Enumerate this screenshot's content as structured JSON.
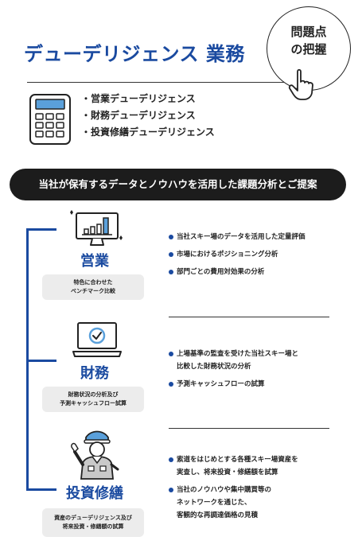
{
  "header": {
    "title": "デューデリジェンス 業務",
    "badge_line1": "問題点",
    "badge_line2": "の把握"
  },
  "services": [
    "・営業デューデリジェンス",
    "・財務デューデリジェンス",
    "・投資修繕デューデリジェンス"
  ],
  "banner": "当社が保有するデータとノウハウを活用した課題分析とご提案",
  "sections": [
    {
      "title": "営業",
      "note_line1": "特色に合わせた",
      "note_line2": "ベンチマーク比較",
      "points": [
        {
          "line1": "当社スキー場のデータを活用した定量評価"
        },
        {
          "line1": "市場におけるポジショニング分析"
        },
        {
          "line1": "部門ごとの費用対効果の分析"
        }
      ]
    },
    {
      "title": "財務",
      "note_line1": "財務状況の分析及び",
      "note_line2": "予測キャッシュフロー試算",
      "points": [
        {
          "line1": "上場基準の監査を受けた当社スキー場と",
          "line2": "比較した財務状況の分析"
        },
        {
          "line1": "予測キャッシュフローの試算"
        }
      ]
    },
    {
      "title": "投資修繕",
      "note_line1": "資産のデューデリジェンス及び",
      "note_line2": "将来投資・修繕額の試算",
      "points": [
        {
          "line1": "索道をはじめとする各種スキー場資産を",
          "line2": "実査し、将来投資・修繕額を試算"
        },
        {
          "line1": "当社のノウハウや集中購買等の",
          "line2": "ネットワークを通じた、",
          "line3": "客観的な再調達価格の見積"
        }
      ]
    }
  ],
  "colors": {
    "accent": "#1a4aa0",
    "banner_bg": "#1c1c1c",
    "note_bg": "#ececec"
  }
}
